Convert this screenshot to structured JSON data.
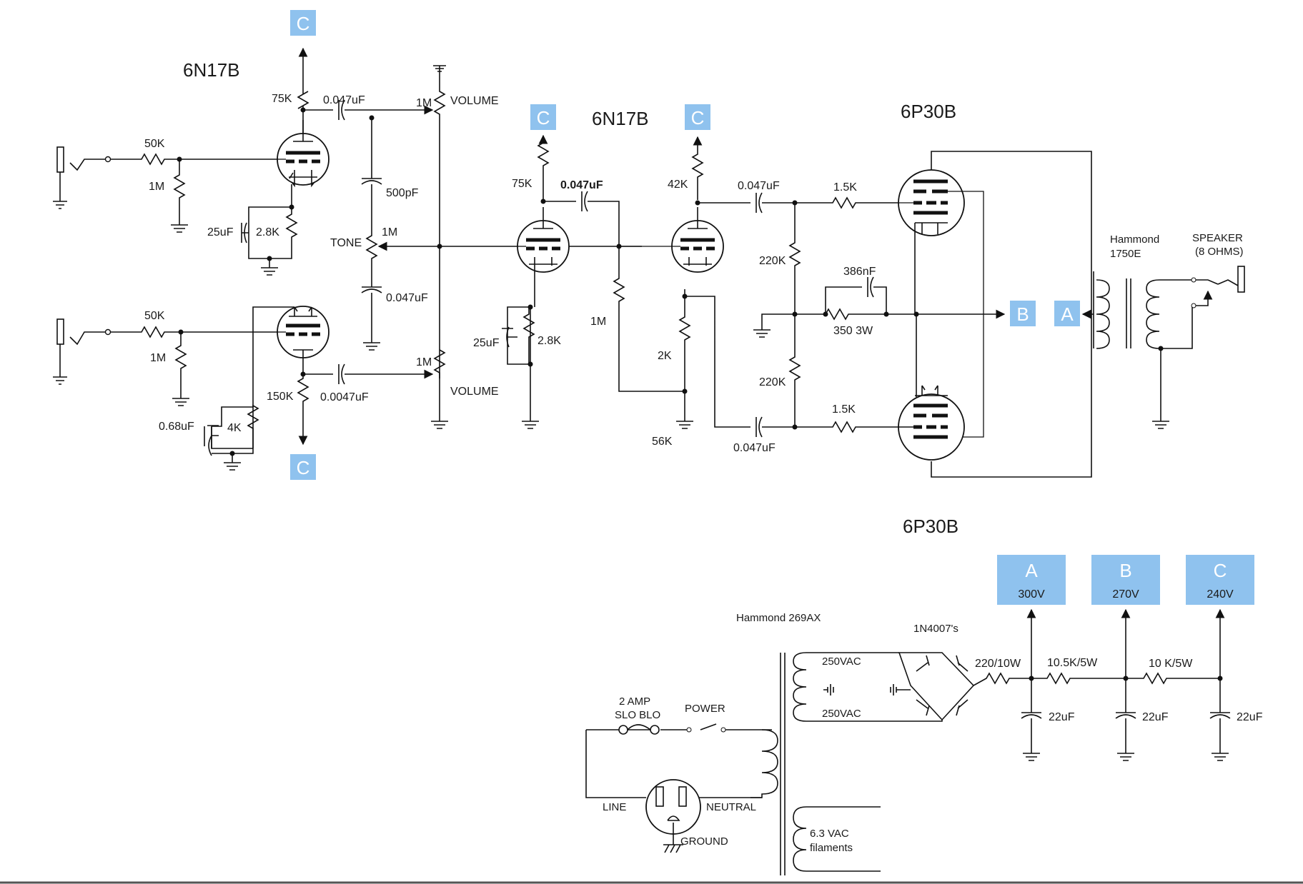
{
  "colors": {
    "node_box": "#8fc2ee",
    "wire": "#111111",
    "background": "#ffffff"
  },
  "tubes": {
    "v1": "6N17B",
    "v2": "6N17B",
    "v3": "6P30B",
    "v4": "6P30B"
  },
  "nodes": {
    "a": "A",
    "b": "B",
    "c": "C",
    "a_volts": "300V",
    "b_volts": "270V",
    "c_volts": "240V"
  },
  "stage1": {
    "r_in_top": "50K",
    "r_grid_top": "1M",
    "r_plate_top": "75K",
    "c_couple_top": "0.047uF",
    "c_cath_top": "25uF",
    "r_cath_top": "2.8K",
    "r_in_bot": "50K",
    "r_grid_bot": "1M",
    "r_plate_bot": "150K",
    "c_couple_bot": "0.0047uF",
    "c_cath_bot": "0.68uF",
    "r_cath_bot": "4K"
  },
  "controls": {
    "vol_top_value": "1M",
    "vol_top_label": "VOLUME",
    "c_tone_top": "500pF",
    "tone_label": "TONE",
    "tone_value": "1M",
    "c_tone_bot": "0.047uF",
    "vol_bot_value": "1M",
    "vol_bot_label": "VOLUME"
  },
  "stage2": {
    "r_plate": "75K",
    "c_couple": "0.047uF",
    "c_cath": "25uF",
    "r_cath": "2.8K",
    "r_grid": "1M"
  },
  "inverter": {
    "r_plate": "42K",
    "c_out_top": "0.047uF",
    "r_cath": "2K",
    "r_tail": "56K",
    "c_out_bot": "0.047uF",
    "r_grid_top": "1.5K",
    "r_grid_bot": "1.5K",
    "r_bias_top": "220K",
    "r_bias_bot": "220K",
    "c_bias": "386nF",
    "r_bias": "350 3W"
  },
  "output": {
    "transformer_brand": "Hammond",
    "transformer_model": "1750E",
    "speaker_label": "SPEAKER",
    "speaker_ohms": "(8 OHMS)"
  },
  "power": {
    "transformer": "Hammond 269AX",
    "sec_top": "250VAC",
    "sec_bot": "250VAC",
    "rectifier": "1N4007's",
    "r1": "220/10W",
    "r2": "10.5K/5W",
    "r3": "10 K/5W",
    "c1": "22uF",
    "c2": "22uF",
    "c3": "22uF",
    "fuse_amps": "2  AMP",
    "fuse_type": "SLO BLO",
    "switch": "POWER",
    "line": "LINE",
    "neutral": "NEUTRAL",
    "ground": "GROUND",
    "fil_volts": "6.3 VAC",
    "fil_label": "filaments"
  }
}
